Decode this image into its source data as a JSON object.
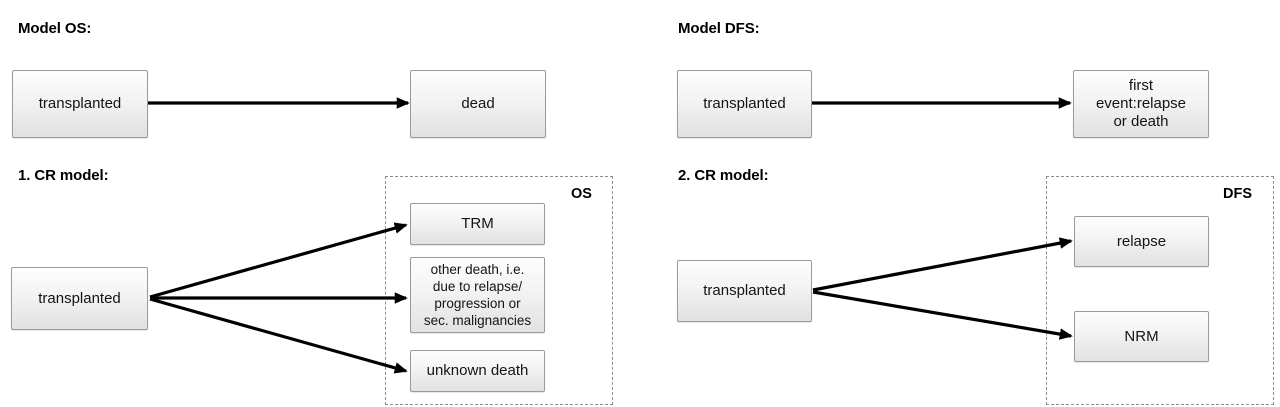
{
  "panels": {
    "model_os": {
      "heading": "Model OS:",
      "nodes": [
        {
          "id": "os-start",
          "label": "transplanted"
        },
        {
          "id": "os-end",
          "label": "dead"
        }
      ],
      "edges": [
        {
          "from": "transplanted",
          "to": "dead"
        }
      ]
    },
    "model_dfs": {
      "heading": "Model DFS:",
      "nodes": [
        {
          "id": "dfs-start",
          "label": "transplanted"
        },
        {
          "id": "dfs-end",
          "label": "first\nevent:relapse\nor death",
          "lines": [
            "first",
            "event:relapse",
            "or death"
          ]
        }
      ],
      "edges": [
        {
          "from": "transplanted",
          "to": "first event:relapse or death"
        }
      ]
    },
    "cr_model_1": {
      "heading": "1. CR model:",
      "group_label": "OS",
      "nodes": [
        {
          "id": "cr1-start",
          "label": "transplanted"
        },
        {
          "id": "cr1-trm",
          "label": "TRM"
        },
        {
          "id": "cr1-other-death",
          "lines": [
            "other death, i.e.",
            "due to relapse/",
            "progression or",
            "sec. malignancies"
          ]
        },
        {
          "id": "cr1-unknown-death",
          "label": "unknown death"
        }
      ],
      "edges": [
        {
          "from": "transplanted",
          "to": "TRM"
        },
        {
          "from": "transplanted",
          "to": "other death, i.e. due to relapse/ progression or sec. malignancies"
        },
        {
          "from": "transplanted",
          "to": "unknown death"
        }
      ]
    },
    "cr_model_2": {
      "heading": "2. CR model:",
      "group_label": "DFS",
      "nodes": [
        {
          "id": "cr2-start",
          "label": "transplanted"
        },
        {
          "id": "cr2-relapse",
          "label": "relapse"
        },
        {
          "id": "cr2-nrm",
          "label": "NRM"
        }
      ],
      "edges": [
        {
          "from": "transplanted",
          "to": "relapse"
        },
        {
          "from": "transplanted",
          "to": "NRM"
        }
      ]
    }
  },
  "colors": {
    "node_border": "#9a9a9a",
    "node_fill_top": "#fdfdfd",
    "node_fill_bottom": "#e2e2e2",
    "arrow": "#000000",
    "group_border": "#8d8d8d",
    "text": "#000000",
    "background": "#ffffff"
  }
}
